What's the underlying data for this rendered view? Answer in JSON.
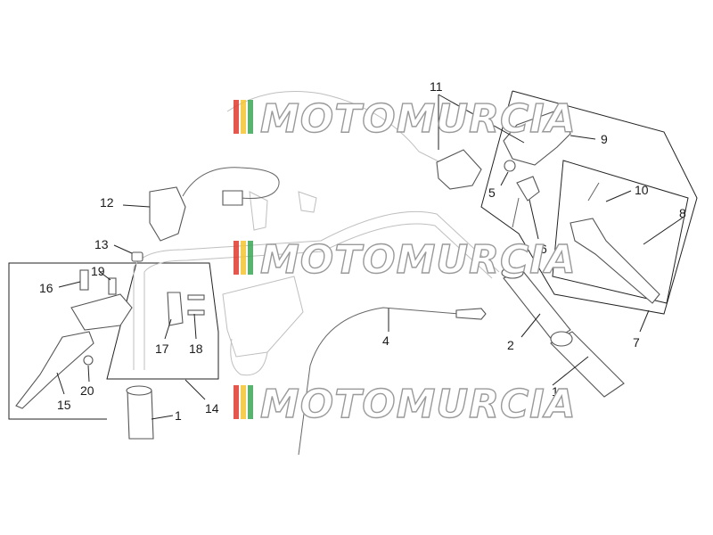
{
  "watermark": {
    "text": "MOTOMURCIA",
    "stripe_colors": [
      "#e03a2e",
      "#f4c430",
      "#3aa655"
    ]
  },
  "callouts": [
    "1",
    "2",
    "4",
    "5",
    "6",
    "7",
    "8",
    "9",
    "10",
    "11",
    "12",
    "13",
    "14",
    "15",
    "16",
    "17",
    "18",
    "19",
    "20",
    "1"
  ]
}
